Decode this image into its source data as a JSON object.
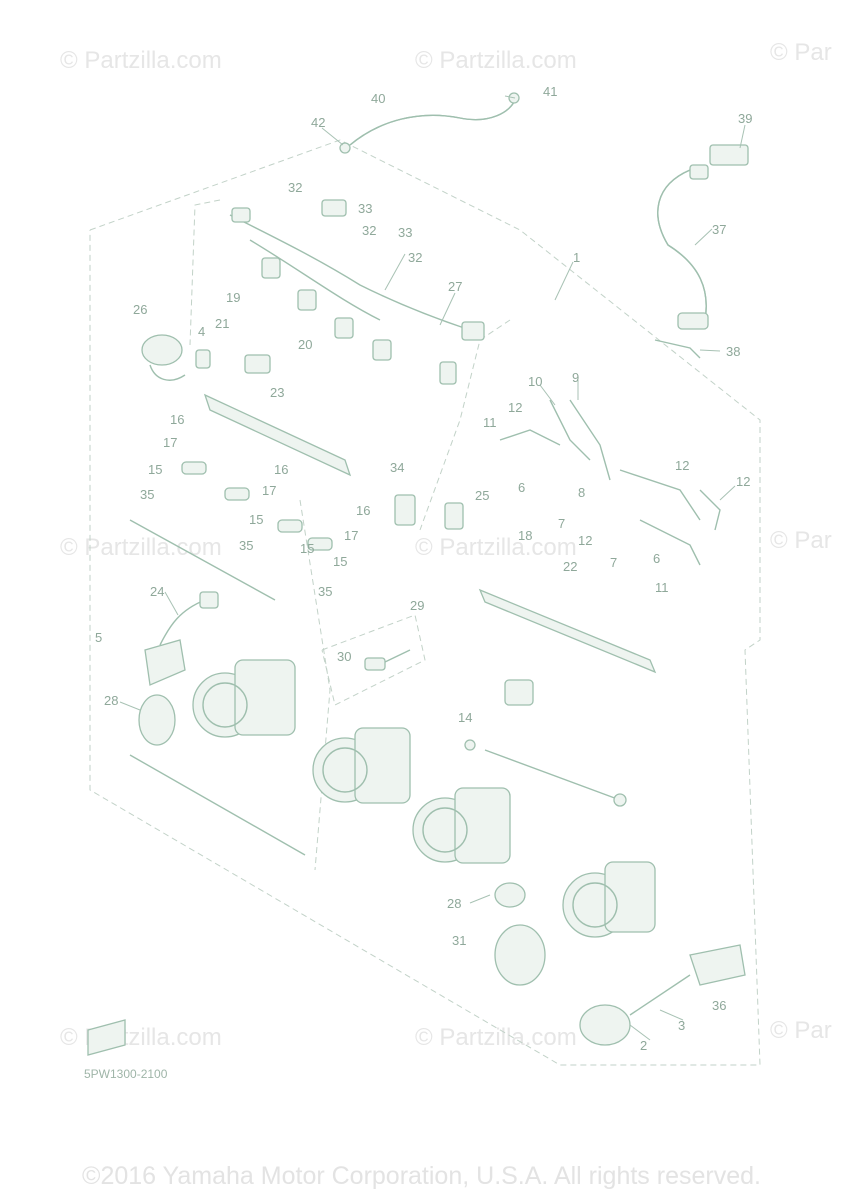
{
  "watermarks": [
    "© Partzilla.com",
    "© Partzilla.com",
    "© Par",
    "© Partzilla.com",
    "© Partzilla.com",
    "© Par",
    "© Partzilla.com",
    "© Partzilla.com",
    "© Par"
  ],
  "callouts": [
    "1",
    "2",
    "3",
    "4",
    "5",
    "6",
    "6",
    "7",
    "7",
    "8",
    "9",
    "10",
    "11",
    "11",
    "12",
    "12",
    "12",
    "12",
    "14",
    "15",
    "15",
    "15",
    "15",
    "16",
    "16",
    "16",
    "17",
    "17",
    "17",
    "18",
    "19",
    "20",
    "21",
    "22",
    "23",
    "24",
    "25",
    "26",
    "27",
    "28",
    "28",
    "29",
    "30",
    "31",
    "32",
    "32",
    "32",
    "33",
    "33",
    "34",
    "35",
    "35",
    "35",
    "36",
    "37",
    "38",
    "39",
    "40",
    "41",
    "42"
  ],
  "drawing_number": "5PW1300-2100",
  "copyright": "©2016 Yamaha Motor Corporation, U.S.A. All rights reserved.",
  "colors": {
    "line": "#9fbfae",
    "label": "#8fa89a",
    "watermark": "#e6e6e6"
  }
}
